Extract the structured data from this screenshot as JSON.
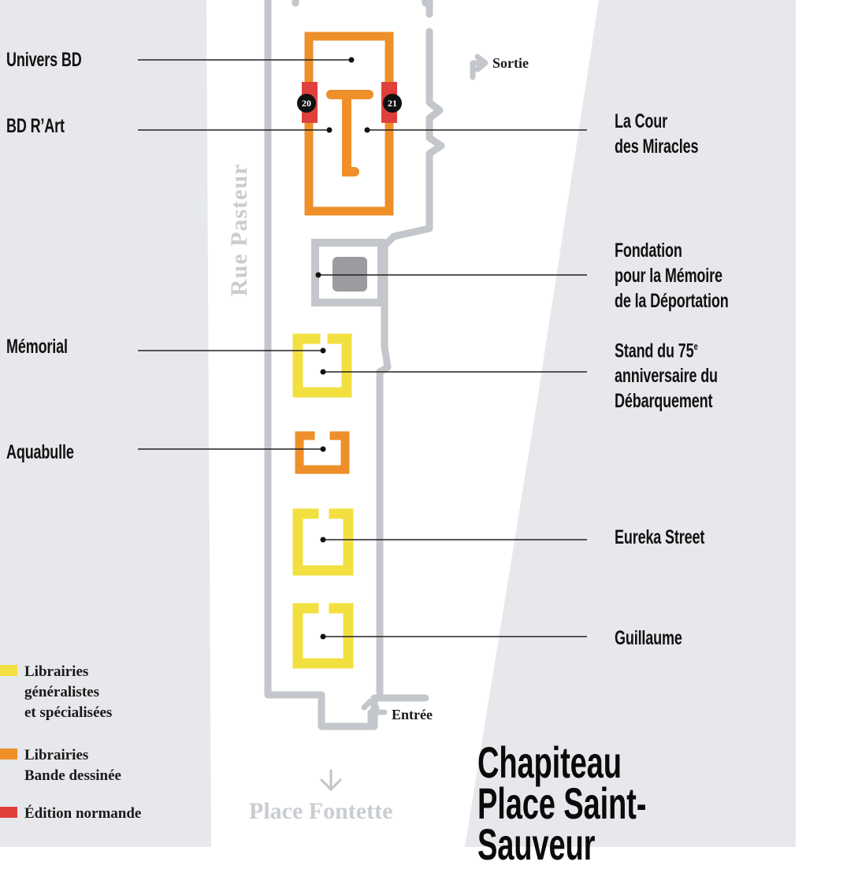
{
  "map": {
    "title_line1": "Chapiteau",
    "title_line2": "Place Saint-Sauveur",
    "street_label": "Rue Pasteur",
    "exit_label": "Sortie",
    "entrance_label": "Entrée",
    "place_label": "Place Fontette",
    "colors": {
      "background_gray": "#e6e8eb",
      "walls_gray": "#c3c6ca",
      "generalist_yellow": "#f2e040",
      "comics_orange": "#ee8f2a",
      "normandy_red": "#e0403c",
      "text": "#111111"
    }
  },
  "stands": {
    "univers_bd": "Univers BD",
    "bd_rart": "BD R’Art",
    "memorial": "Mémorial",
    "aquabulle": "Aquabulle",
    "cour_miracles_line1": "La Cour",
    "cour_miracles_line2": "des Miracles",
    "fondation_line1": "Fondation",
    "fondation_line2": "pour la Mémoire",
    "fondation_line3": "de la Déportation",
    "stand75_line1_prefix": "Stand du 75",
    "stand75_line1_sup": "e",
    "stand75_line2": "anniversaire du",
    "stand75_line3": "Débarquement",
    "eureka": "Eureka Street",
    "guillaume": "Guillaume"
  },
  "badges": {
    "left": "20",
    "right": "21"
  },
  "legend": {
    "items": [
      {
        "lines": [
          "Librairies",
          "généralistes",
          "et spécialisées"
        ],
        "color": "#f2e040"
      },
      {
        "lines": [
          "Librairies",
          "Bande dessinée"
        ],
        "color": "#ee8f2a"
      },
      {
        "lines": [
          "Édition normande"
        ],
        "color": "#e0403c"
      }
    ]
  }
}
